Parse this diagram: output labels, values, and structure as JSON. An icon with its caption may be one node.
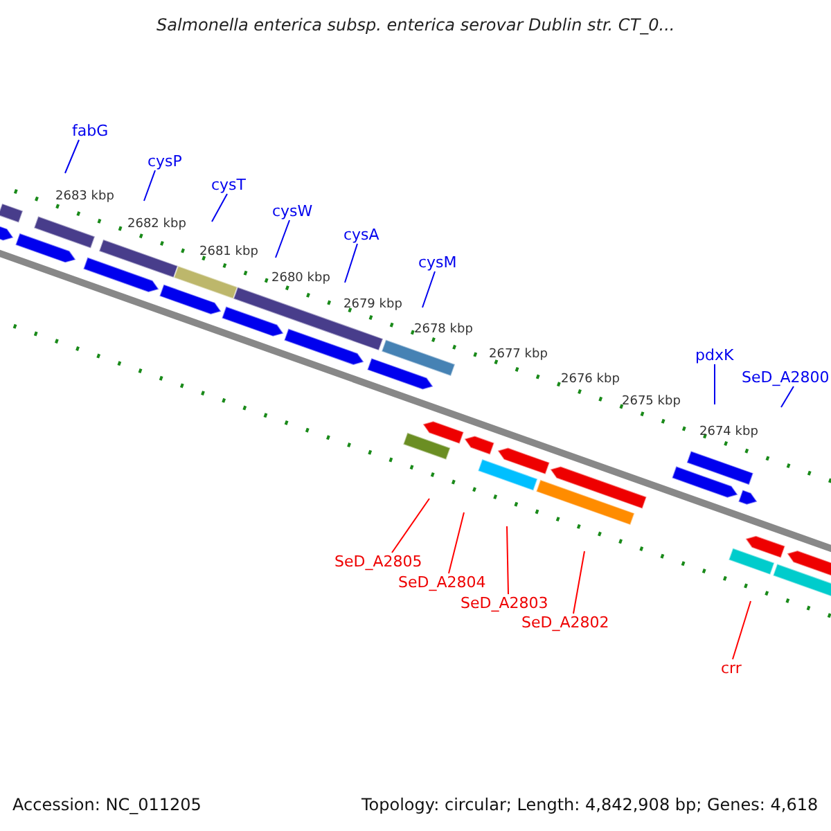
{
  "diagram": {
    "title": "Salmonella enterica subsp. enterica serovar Dublin str. CT_0...",
    "nodes": [
      {
        "text": [
          "fabG"
        ]
      },
      {
        "text": [
          "cysP"
        ]
      },
      {
        "text": [
          "cysT"
        ]
      },
      {
        "text": [
          "cysW"
        ]
      },
      {
        "text": [
          "cysA"
        ]
      },
      {
        "text": [
          "cysM"
        ]
      },
      {
        "text": [
          "pdxK"
        ]
      },
      {
        "text": [
          "SeD_A2800"
        ]
      },
      {
        "text": [
          "SeD_A2805"
        ]
      },
      {
        "text": [
          "SeD_A2804"
        ]
      },
      {
        "text": [
          "SeD_A2803"
        ]
      },
      {
        "text": [
          "SeD_A2802"
        ]
      },
      {
        "text": [
          "crr"
        ]
      }
    ],
    "edges": [
      {
        "from": 0,
        "to": null,
        "arrow": "none"
      },
      {
        "from": 1,
        "to": null,
        "arrow": "none"
      },
      {
        "from": 2,
        "to": null,
        "arrow": "none"
      },
      {
        "from": 3,
        "to": null,
        "arrow": "none"
      },
      {
        "from": 4,
        "to": null,
        "arrow": "none"
      },
      {
        "from": 5,
        "to": null,
        "arrow": "none"
      },
      {
        "from": 6,
        "to": null,
        "arrow": "none"
      },
      {
        "from": 7,
        "to": null,
        "arrow": "none"
      },
      {
        "from": 8,
        "to": null,
        "arrow": "none",
        "color": "#ff0000"
      },
      {
        "from": 9,
        "to": null,
        "arrow": "none",
        "color": "#ff0000"
      },
      {
        "from": 10,
        "to": null,
        "arrow": "none",
        "color": "#ff0000"
      },
      {
        "from": 11,
        "to": null,
        "arrow": "none",
        "color": "#ff0000"
      },
      {
        "from": 12,
        "to": null,
        "arrow": "none",
        "color": "#ff0000"
      }
    ],
    "labels": [
      "2683 kbp",
      "2682 kbp",
      "2681 kbp",
      "2680 kbp",
      "2679 kbp",
      "2678 kbp",
      "2677 kbp",
      "2676 kbp",
      "2675 kbp",
      "2674 kbp",
      "Accession: NC_011205",
      "Topology: circular; Length: 4,842,908 bp; Genes: 4,618"
    ]
  }
}
